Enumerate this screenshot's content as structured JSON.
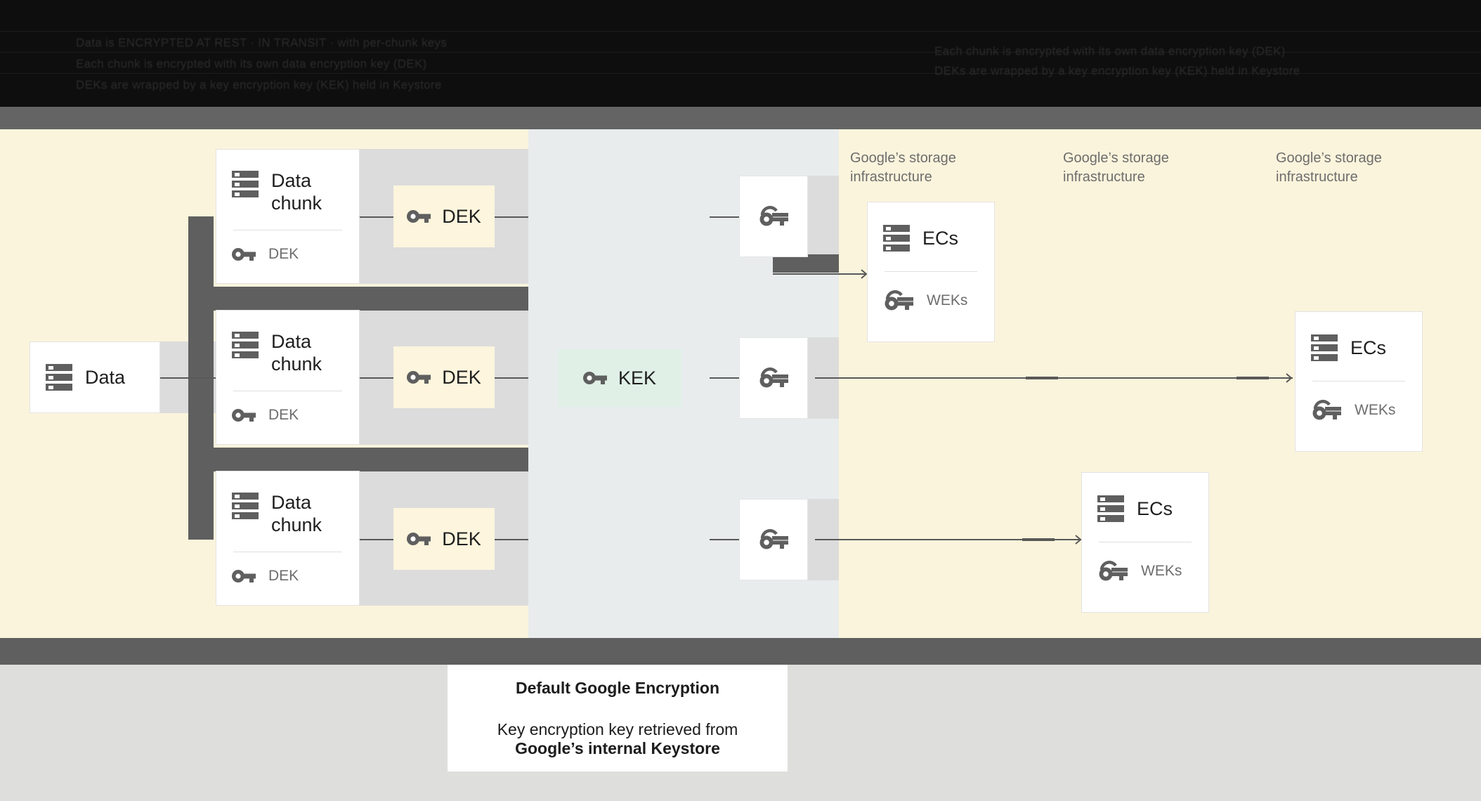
{
  "header": {
    "note": "obscured-dark-text-strip",
    "lines": [
      "Data is  ENCRYPTED AT REST  ·  IN TRANSIT  ·  with per-chunk keys",
      "Each chunk is encrypted with its own data encryption key (DEK)",
      "DEKs are wrapped by a key encryption key (KEK) held in Keystore"
    ]
  },
  "diagram": {
    "source": {
      "label": "Data",
      "icon": "server-icon"
    },
    "chunks": [
      {
        "label": "Data chunk",
        "icon": "server-icon",
        "key_icon": "key-icon",
        "key_label": "DEK"
      },
      {
        "label": "Data chunk",
        "icon": "server-icon",
        "key_icon": "key-icon",
        "key_label": "DEK"
      },
      {
        "label": "Data chunk",
        "icon": "server-icon",
        "key_icon": "key-icon",
        "key_label": "DEK"
      }
    ],
    "deks": [
      {
        "label": "DEK",
        "icon": "key-icon"
      },
      {
        "label": "DEK",
        "icon": "key-icon"
      },
      {
        "label": "DEK",
        "icon": "key-icon"
      }
    ],
    "kek": {
      "label": "KEK",
      "icon": "key-icon"
    },
    "wrapped_keys": [
      {
        "icon": "wrapped-key-icon"
      },
      {
        "icon": "wrapped-key-icon"
      },
      {
        "icon": "wrapped-key-icon"
      }
    ],
    "infra_labels": [
      "Google’s storage\ninfrastructure",
      "Google’s storage\ninfrastructure",
      "Google’s storage\ninfrastructure"
    ],
    "stores": [
      {
        "label": "ECs",
        "icon": "server-icon",
        "key_icon": "wrapped-key-icon",
        "key_label": "WEKs"
      },
      {
        "label": "ECs",
        "icon": "server-icon",
        "key_icon": "wrapped-key-icon",
        "key_label": "WEKs"
      },
      {
        "label": "ECs",
        "icon": "server-icon",
        "key_icon": "wrapped-key-icon",
        "key_label": "WEKs"
      }
    ]
  },
  "caption": {
    "title": "Default Google Encryption",
    "line1": "Key encryption key retrieved from",
    "line2": "Google’s internal Keystore"
  },
  "colors": {
    "canvas_cream": "#fbf4dc",
    "mid_panel": "#e8ecec",
    "grey_band": "#dcdcdc",
    "bracket_grey": "#5f5f5f",
    "dek_chip": "#fdf5dd",
    "kek_chip": "#e0f0e7",
    "frame_band": "#646464",
    "footer": "#dededd",
    "card_white": "#ffffff",
    "icon_grey": "#5f5f5f",
    "text_dark": "#1f1f1f",
    "text_muted": "#6d6d6d"
  }
}
